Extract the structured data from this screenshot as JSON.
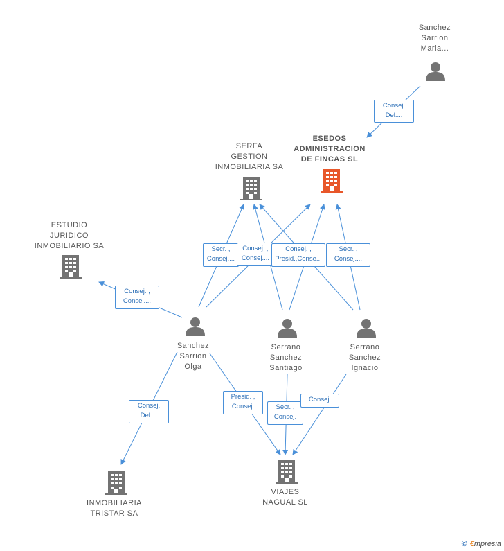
{
  "colors": {
    "edge": "#4a90d9",
    "person": "#737373",
    "company": "#737373",
    "main_company": "#e8572a"
  },
  "nodes": {
    "sanchez_maria": {
      "label": "Sanchez\nSarrion\nMaria...",
      "icon": "person-icon"
    },
    "esedos": {
      "label": "ESEDOS\nADMINISTRACION\nDE FINCAS SL",
      "icon": "building-icon"
    },
    "serfa": {
      "label": "SERFA\nGESTION\nINMOBILIARIA SA",
      "icon": "building-icon"
    },
    "estudio": {
      "label": "ESTUDIO\nJURIDICO\nINMOBILIARIO SA",
      "icon": "building-icon"
    },
    "olga": {
      "label": "Sanchez\nSarrion\nOlga",
      "icon": "person-icon"
    },
    "santiago": {
      "label": "Serrano\nSanchez\nSantiago",
      "icon": "person-icon"
    },
    "ignacio": {
      "label": "Serrano\nSanchez\nIgnacio",
      "icon": "person-icon"
    },
    "tristar": {
      "label": "INMOBILIARIA\nTRISTAR SA",
      "icon": "building-icon"
    },
    "viajes": {
      "label": "VIAJES\nNAGUAL SL",
      "icon": "building-icon"
    }
  },
  "edge_labels": {
    "maria_esedos": "Consej.\nDel....",
    "olga_serfa": "Secr. ,\nConsej....",
    "olga_esedos": "Consej. ,\nConsej....",
    "santiago_esedos": "Consej. ,\nPresid.,Conse...",
    "ignacio_esedos": "Secr. ,\nConsej....",
    "olga_estudio": "Consej. ,\nConsej....",
    "olga_tristar": "Consej.\nDel....",
    "olga_viajes": "Presid. ,\nConsej.",
    "santiago_viajes": "Secr. ,\nConsej.",
    "ignacio_viajes": "Consej."
  },
  "brand": {
    "copyright": "©",
    "e": "€",
    "rest": "mpresia"
  }
}
